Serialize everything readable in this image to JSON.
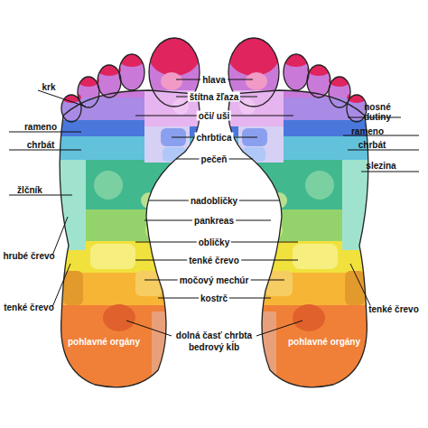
{
  "diagram": {
    "labels": [
      "hlava",
      "krk",
      "nosné dutiny",
      "štítna žľaza",
      "oči/ uši",
      "rameno",
      "rameno",
      "chrbát",
      "chrbtica",
      "chrbát",
      "pečeň",
      "slezina",
      "žlčník",
      "nadobličky",
      "pankreas",
      "obličky",
      "hrubé črevo",
      "tenké črevo",
      "močový mechúr",
      "tenké črevo",
      "tenké črevo",
      "kostrč",
      "pohlavné orgány",
      "pohlavné orgány",
      "dolná časť chrbta",
      "bedrový kĺb"
    ]
  }
}
